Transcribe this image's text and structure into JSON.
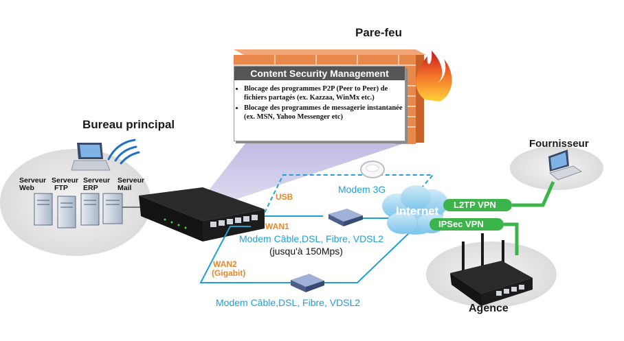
{
  "firewall": {
    "label": "Pare-feu"
  },
  "csm": {
    "title": "Content Security Management",
    "items": [
      "Blocage des programmes P2P (Peer to Peer) de fichiers partagés (ex. Kazzaa, WinMx etc.)",
      "Blocage des programmes de messagerie instantanée (ex. MSN, Yahoo Messenger etc)"
    ]
  },
  "head_office": {
    "label": "Bureau principal",
    "servers": [
      {
        "line1": "Serveur",
        "line2": "Web"
      },
      {
        "line1": "Serveur",
        "line2": "FTP"
      },
      {
        "line1": "Serveur",
        "line2": "ERP"
      },
      {
        "line1": "Serveur",
        "line2": "Mail"
      }
    ]
  },
  "links": {
    "usb": "USB",
    "modem_3g": "Modem 3G",
    "wan1": "WAN1",
    "wan1_modem": "Modem Câble,DSL, Fibre, VDSL2",
    "wan1_speed": "(jusqu'à 150Mps)",
    "wan2": "WAN2",
    "wan2_sub": "(Gigabit)",
    "wan2_modem": "Modem Câble,DSL, Fibre, VDSL2"
  },
  "internet": {
    "label": "Internet"
  },
  "vpn": {
    "l2tp": "L2TP VPN",
    "ipsec": "IPSec VPN"
  },
  "provider": {
    "label": "Fournisseur"
  },
  "branch": {
    "label": "Agence"
  },
  "colors": {
    "link": "#1f9fd6",
    "vpn_green": "#3bb54a",
    "wan_orange": "#e8862a",
    "brick": "#e8884a",
    "router_body": "#1c1c1c"
  },
  "icons": [
    "laptop-icon",
    "wifi-icon",
    "server-icon",
    "router-icon",
    "modem-icon",
    "cloud-icon",
    "pc-icon",
    "flame-icon"
  ]
}
